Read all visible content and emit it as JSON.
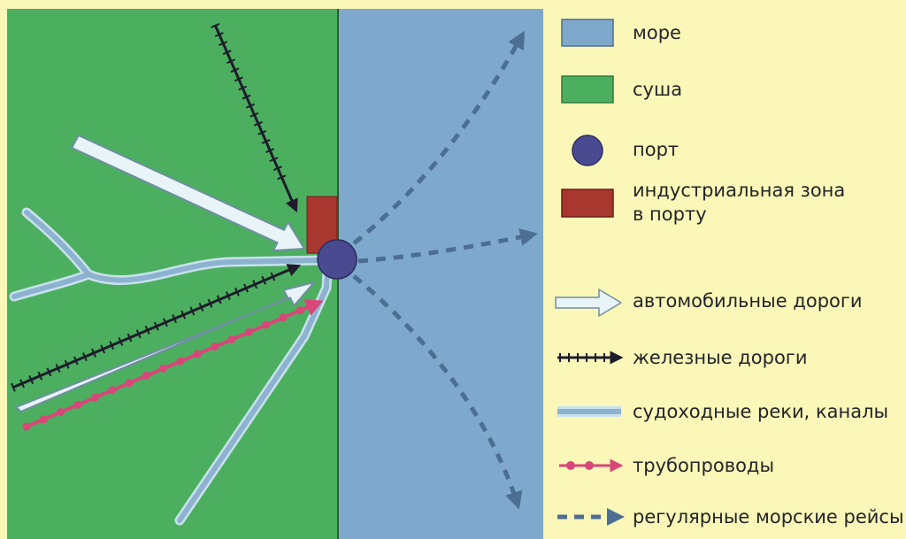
{
  "colors": {
    "sea": "#7ea9cc",
    "land": "#4caf5f",
    "port": "#4a4a91",
    "industrial_zone": "#a8372f",
    "background": "#fbf7b8",
    "road_fill": "#e9f4f8",
    "road_outline": "#6f8ea3",
    "railway": "#1d1d2b",
    "river_fill": "#8cb2cf",
    "river_outline": "#c9e1ee",
    "pipeline": "#d9467a",
    "sea_route": "#4c6e93"
  },
  "legend": {
    "sea": "море",
    "land": "суша",
    "port": "порт",
    "industrial_zone_line1": "индустриальная зона",
    "industrial_zone_line2": "в порту",
    "roads": "автомобильные дороги",
    "railways": "железные дороги",
    "rivers": "судоходные реки, каналы",
    "pipelines": "трубопроводы",
    "sea_routes": "регулярные морские рейсы"
  }
}
